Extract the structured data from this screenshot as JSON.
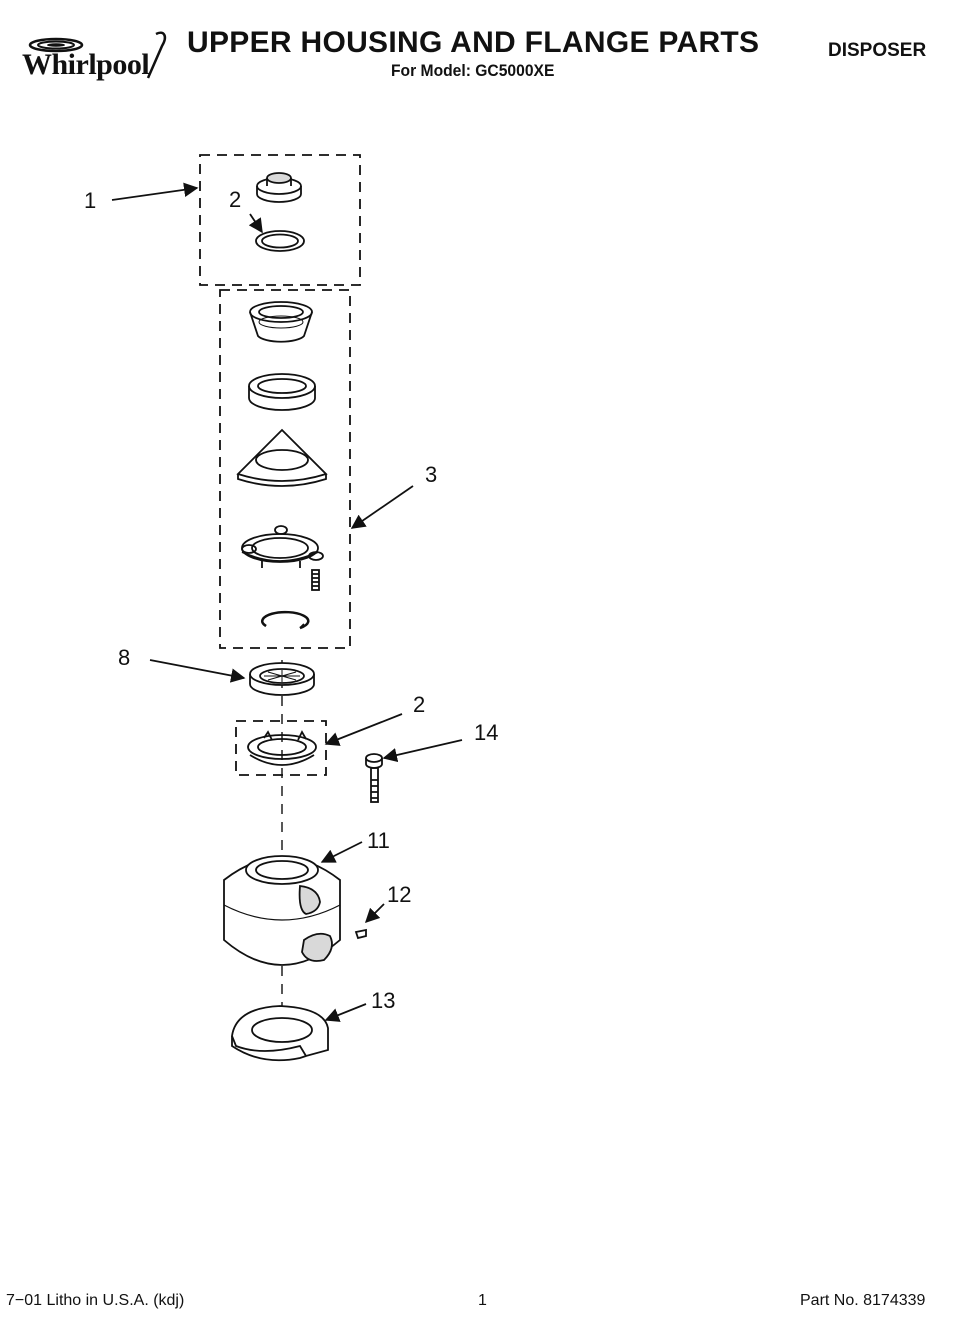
{
  "header": {
    "brand": "Whirlpool",
    "title": "UPPER HOUSING AND FLANGE PARTS",
    "subtitle": "For Model: GC5000XE",
    "category": "DISPOSER"
  },
  "callouts": {
    "c1": "1",
    "c2_top": "2",
    "c3": "3",
    "c8": "8",
    "c2_mid": "2",
    "c14": "14",
    "c11": "11",
    "c12": "12",
    "c13": "13"
  },
  "footer": {
    "left": "7−01 Litho in U.S.A. (kdj)",
    "center": "1",
    "right": "Part No. 8174339"
  },
  "colors": {
    "ink": "#111111",
    "shade": "#d9d9d9",
    "paper": "#ffffff"
  }
}
